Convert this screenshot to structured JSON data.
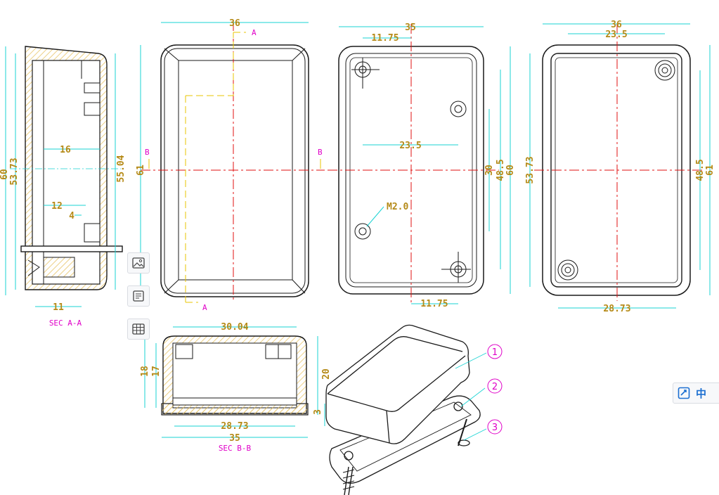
{
  "colors": {
    "outline": "#1a1a1a",
    "dimension": "#19d3d3",
    "dim_text": "#b58a17",
    "centerline": "#e01010",
    "hatch": "#e8c468",
    "label": "#e000c8",
    "accent": "#1c6fd1"
  },
  "section_a": {
    "title": "SEC A-A",
    "dims": [
      "60",
      "53.73",
      "55.04",
      "16",
      "12",
      "4",
      "11"
    ]
  },
  "front_view": {
    "dims": [
      "36",
      "61"
    ],
    "markers": [
      "A",
      "A",
      "B",
      "B"
    ]
  },
  "inner_view": {
    "dims": [
      "35",
      "11.75",
      "23.5",
      "11.75",
      "30",
      "48.5",
      "60"
    ],
    "callout": "M2.0"
  },
  "back_view": {
    "dims": [
      "36",
      "23.5",
      "53.73",
      "48.5",
      "61",
      "28.73"
    ]
  },
  "section_b": {
    "title": "SEC B-B",
    "dims": [
      "30.04",
      "18",
      "17",
      "20",
      "3",
      "28.73",
      "35"
    ]
  },
  "parts": [
    "1",
    "2",
    "3"
  ],
  "toolbar": {
    "icons": [
      "image-icon",
      "text-icon",
      "table-icon"
    ]
  },
  "translate": {
    "label": "中",
    "icon": "edit-icon"
  }
}
